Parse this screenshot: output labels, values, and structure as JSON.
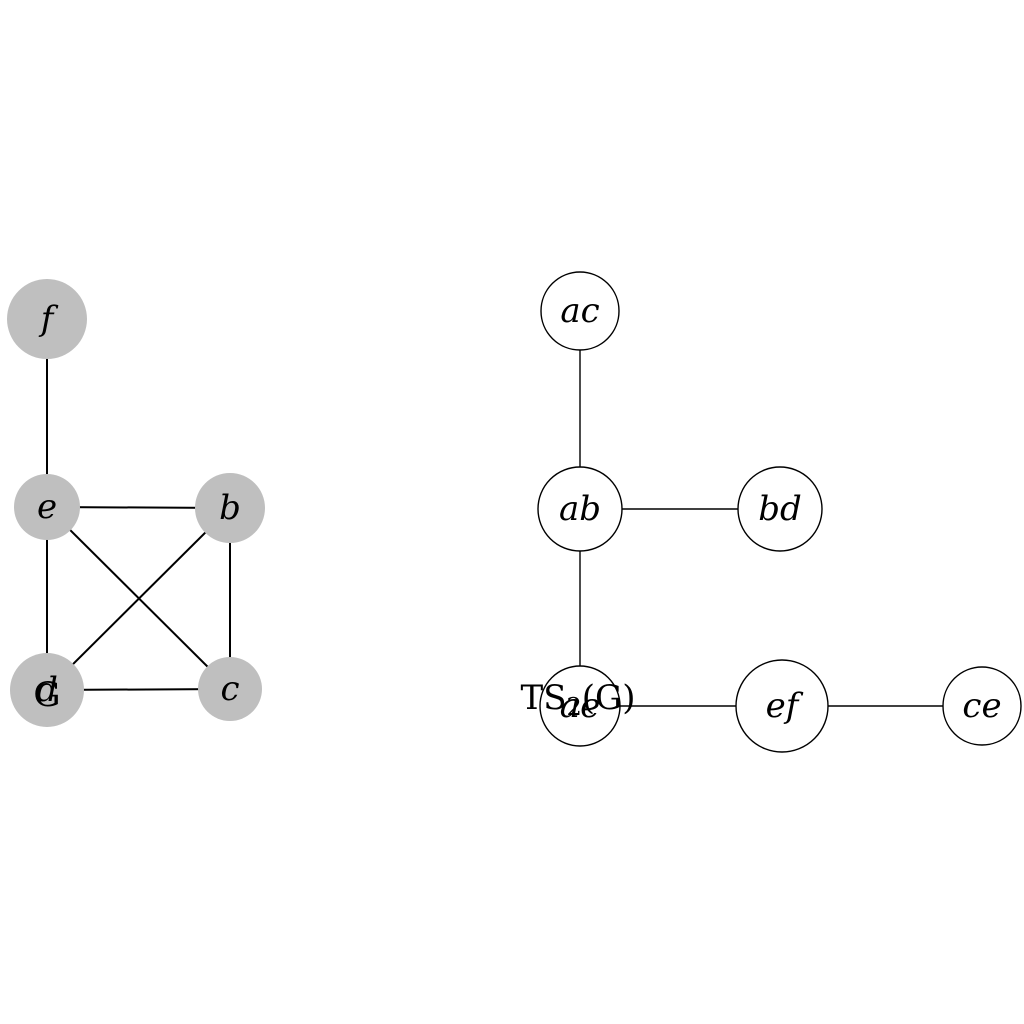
{
  "graph_g": {
    "caption": "G",
    "node_fill": "#bfbfbf",
    "nodes": [
      {
        "id": "f",
        "label": "f"
      },
      {
        "id": "e",
        "label": "e"
      },
      {
        "id": "b",
        "label": "b"
      },
      {
        "id": "d",
        "label": "d"
      },
      {
        "id": "c",
        "label": "c"
      }
    ],
    "edges": [
      [
        "f",
        "d"
      ],
      [
        "e",
        "b"
      ],
      [
        "e",
        "c"
      ],
      [
        "b",
        "d"
      ],
      [
        "b",
        "c"
      ],
      [
        "d",
        "c"
      ]
    ]
  },
  "graph_ts": {
    "caption_prefix": "TS",
    "caption_sub": "2",
    "caption_suffix": "(G)",
    "node_fill": "#ffffff",
    "node_stroke": "#000000",
    "nodes": [
      {
        "id": "ac",
        "label": "ac"
      },
      {
        "id": "ab",
        "label": "ab"
      },
      {
        "id": "bd",
        "label": "bd"
      },
      {
        "id": "ae",
        "label": "ae"
      },
      {
        "id": "ef",
        "label": "ef"
      },
      {
        "id": "ce",
        "label": "ce"
      }
    ],
    "edges": [
      [
        "ac",
        "ab"
      ],
      [
        "ab",
        "bd"
      ],
      [
        "ab",
        "ae"
      ],
      [
        "ae",
        "ef"
      ],
      [
        "ef",
        "ce"
      ]
    ]
  }
}
